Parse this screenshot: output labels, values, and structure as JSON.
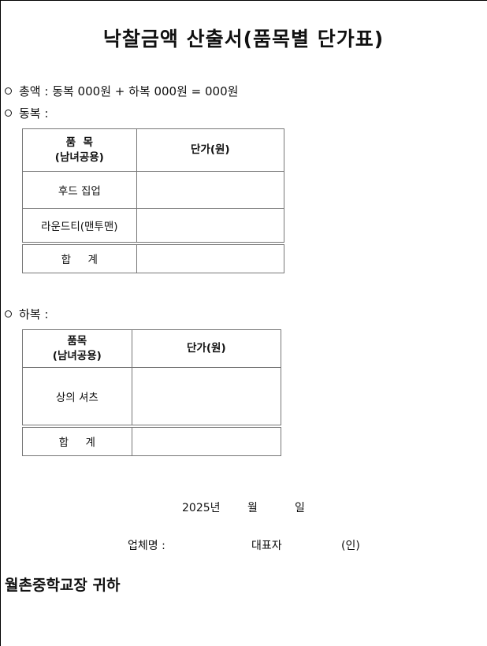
{
  "title": "낙찰금액 산출서(품목별 단가표)",
  "total_line": "총액 : 동복 000원 + 하복 000원 = 000원",
  "winter": {
    "heading": "동복 :",
    "col_item_line1": "품  목",
    "col_item_line2": "(남녀공용)",
    "col_price": "단가(원)",
    "rows": [
      {
        "item": "후드 집업",
        "price": ""
      },
      {
        "item": "라운드티(맨투맨)",
        "price": ""
      }
    ],
    "total_label": "합     계",
    "total_value": ""
  },
  "summer": {
    "heading": "하복 :",
    "col_item_line1": "품목",
    "col_item_line2": "(남녀공용)",
    "col_price": "단가(원)",
    "rows": [
      {
        "item": "상의 셔츠",
        "price": ""
      }
    ],
    "total_label": "합     계",
    "total_value": ""
  },
  "date": {
    "year": "2025년",
    "month": "월",
    "day": "일"
  },
  "signature": {
    "company_label": "업체명 :",
    "rep_label": "대표자",
    "seal": "(인)"
  },
  "recipient": "월촌중학교장 귀하"
}
